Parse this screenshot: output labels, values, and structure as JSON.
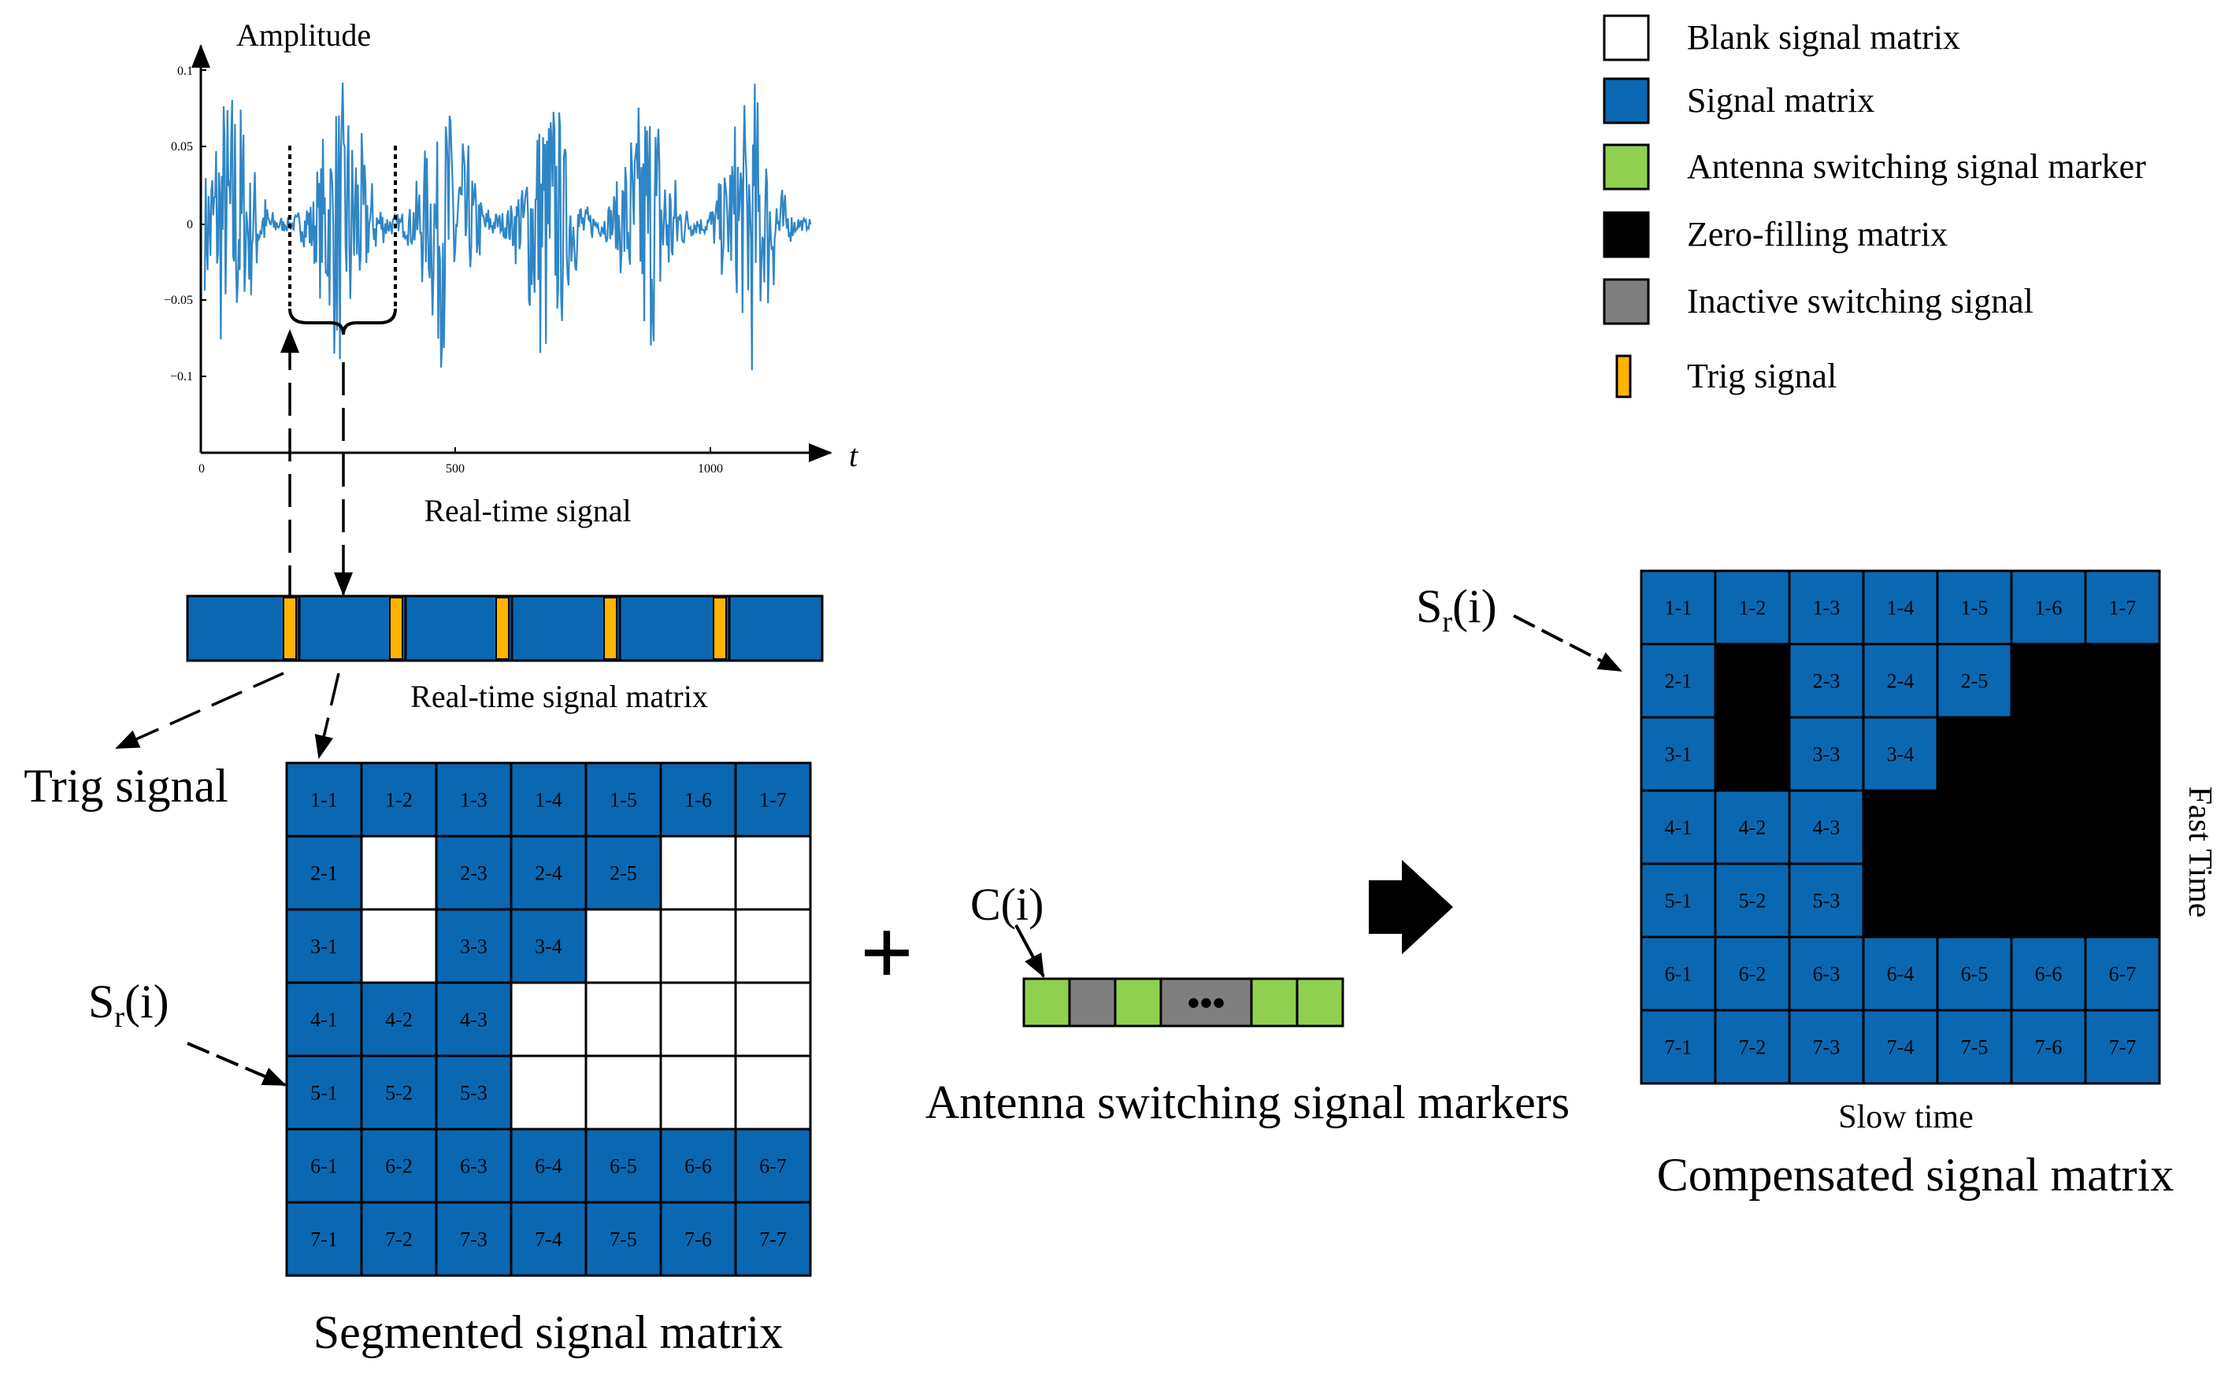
{
  "colors": {
    "signal_blue": "#0a68b3",
    "waveform_blue": "#2f86c6",
    "marker_green": "#8fd14f",
    "inactive_gray": "#7f7f7f",
    "trig_orange": "#ffb400",
    "zero_black": "#000000",
    "blank_white": "#ffffff"
  },
  "waveform": {
    "y_axis_label": "Amplitude",
    "x_axis_label": "t",
    "y_ticks": [
      "0.1",
      "0.05",
      "0",
      "−0.05",
      "−0.1"
    ],
    "x_ticks": [
      "0",
      "500",
      "1000"
    ],
    "caption": "Real-time signal"
  },
  "realtime_matrix": {
    "caption": "Real-time signal matrix",
    "trig_marker_count": 5
  },
  "trig_signal_label": "Trig signal",
  "segmented_matrix": {
    "caption": "Segmented signal matrix",
    "pointer_label_main": "S",
    "pointer_label_sub": "r",
    "pointer_label_arg": "(i)",
    "rows": [
      [
        "1-1",
        "1-2",
        "1-3",
        "1-4",
        "1-5",
        "1-6",
        "1-7"
      ],
      [
        "2-1",
        "",
        "2-3",
        "2-4",
        "2-5",
        "",
        ""
      ],
      [
        "3-1",
        "",
        "3-3",
        "3-4",
        "",
        "",
        ""
      ],
      [
        "4-1",
        "4-2",
        "4-3",
        "",
        "",
        "",
        ""
      ],
      [
        "5-1",
        "5-2",
        "5-3",
        "",
        "",
        "",
        ""
      ],
      [
        "6-1",
        "6-2",
        "6-3",
        "6-4",
        "6-5",
        "6-6",
        "6-7"
      ],
      [
        "7-1",
        "7-2",
        "7-3",
        "7-4",
        "7-5",
        "7-6",
        "7-7"
      ]
    ]
  },
  "plus_symbol": "+",
  "antenna_markers": {
    "pointer_label": "C(i)",
    "caption": "Antenna switching signal markers",
    "dots": "•••",
    "cells": [
      "green",
      "gray",
      "green",
      "gray-dots",
      "green",
      "green"
    ]
  },
  "compensated_matrix": {
    "caption": "Compensated signal matrix",
    "x_axis_label": "Slow time",
    "y_axis_label": "Fast Time",
    "pointer_label_main": "S",
    "pointer_label_sub": "r",
    "pointer_label_arg": "(i)",
    "rows": [
      [
        "1-1",
        "1-2",
        "1-3",
        "1-4",
        "1-5",
        "1-6",
        "1-7"
      ],
      [
        "2-1",
        "",
        "2-3",
        "2-4",
        "2-5",
        "",
        ""
      ],
      [
        "3-1",
        "",
        "3-3",
        "3-4",
        "",
        "",
        ""
      ],
      [
        "4-1",
        "4-2",
        "4-3",
        "",
        "",
        "",
        ""
      ],
      [
        "5-1",
        "5-2",
        "5-3",
        "",
        "",
        "",
        ""
      ],
      [
        "6-1",
        "6-2",
        "6-3",
        "6-4",
        "6-5",
        "6-6",
        "6-7"
      ],
      [
        "7-1",
        "7-2",
        "7-3",
        "7-4",
        "7-5",
        "7-6",
        "7-7"
      ]
    ]
  },
  "legend": {
    "items": [
      {
        "swatch": "white",
        "label": "Blank signal matrix"
      },
      {
        "swatch": "blue",
        "label": "Signal matrix"
      },
      {
        "swatch": "green",
        "label": "Antenna switching signal marker"
      },
      {
        "swatch": "black",
        "label": "Zero-filling  matrix"
      },
      {
        "swatch": "gray",
        "label": "Inactive switching signal"
      },
      {
        "swatch": "trig",
        "label": "Trig signal"
      }
    ]
  }
}
